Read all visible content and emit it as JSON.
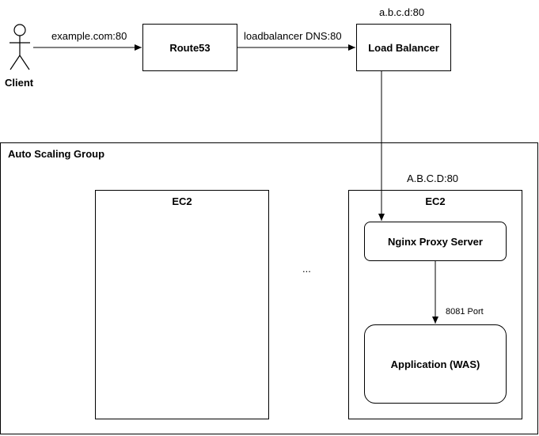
{
  "client": {
    "label": "Client",
    "icon": "person-icon"
  },
  "route53": {
    "label": "Route53"
  },
  "load_balancer": {
    "label": "Load Balancer",
    "address": "a.b.c.d:80"
  },
  "edges": {
    "client_to_route53": "example.com:80",
    "route53_to_lb": "loadbalancer DNS:80",
    "nginx_to_app": "8081 Port"
  },
  "asg": {
    "label": "Auto Scaling Group"
  },
  "ec2_left": {
    "label": "EC2"
  },
  "ec2_right": {
    "label": "EC2",
    "address": "A.B.C.D:80"
  },
  "ellipsis": "...",
  "nginx": {
    "label": "Nginx Proxy Server"
  },
  "application": {
    "label": "Application (WAS)"
  }
}
